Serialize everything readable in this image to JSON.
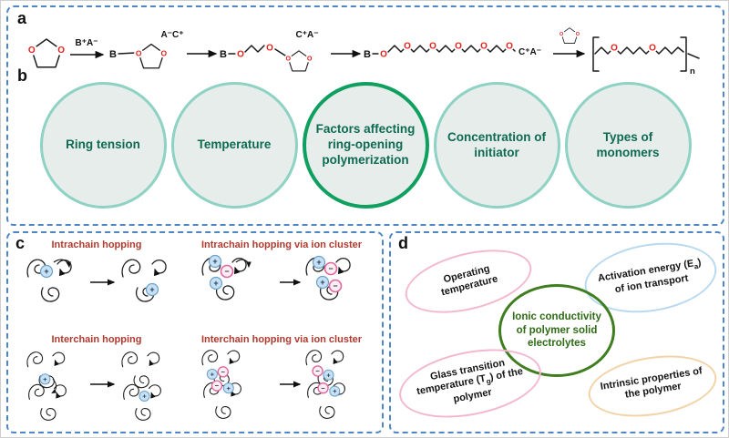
{
  "panel_a": {
    "label": "a",
    "o": "O",
    "b": "B",
    "initiator": "B⁺A⁻",
    "ac": "A⁻C⁺",
    "ca": "C⁺A⁻",
    "n": "n"
  },
  "panel_b": {
    "label": "b",
    "circles": [
      {
        "label": "Ring tension"
      },
      {
        "label": "Temperature"
      },
      {
        "label": "Factors affecting ring-opening polymerization"
      },
      {
        "label": "Concentration of initiator"
      },
      {
        "label": "Types of monomers"
      }
    ]
  },
  "panel_c": {
    "label": "c",
    "captions": {
      "intrachain": "Intrachain hopping",
      "intrachain_cluster": "Intrachain hopping via ion cluster",
      "interchain": "Interchain hopping",
      "interchain_cluster": "Interchain hopping via ion cluster"
    },
    "cation": "+",
    "anion": "−"
  },
  "panel_d": {
    "label": "d",
    "center": "Ionic conductivity of polymer solid electrolytes",
    "ellipses": [
      {
        "pre": "Operating temperature"
      },
      {
        "pre": "Activation energy (E",
        "sub": "a",
        "post": ") of ion transport"
      },
      {
        "pre": "Glass transition temperature (T",
        "sub": "g",
        "post": ") of the polymer"
      },
      {
        "pre": "Intrinsic properties of the polymer"
      }
    ]
  },
  "colors": {
    "frame": "#4f86c6",
    "circle_fill": "#e6edeb",
    "circle_border": "#8ed2c3",
    "highlight_border": "#0fa060",
    "circle_text": "#0e6b52",
    "caption_red": "#b03a2e",
    "oxygen_red": "#e3201b",
    "cation_fill": "#c8e0f4",
    "cation_stroke": "#69a1cb",
    "anion_stroke": "#e0679d",
    "ellipse_pink": "#f3b8cf",
    "ellipse_blue": "#b8d9f0",
    "ellipse_tan": "#f2d3a7",
    "center_green": "#3f7d1f"
  }
}
